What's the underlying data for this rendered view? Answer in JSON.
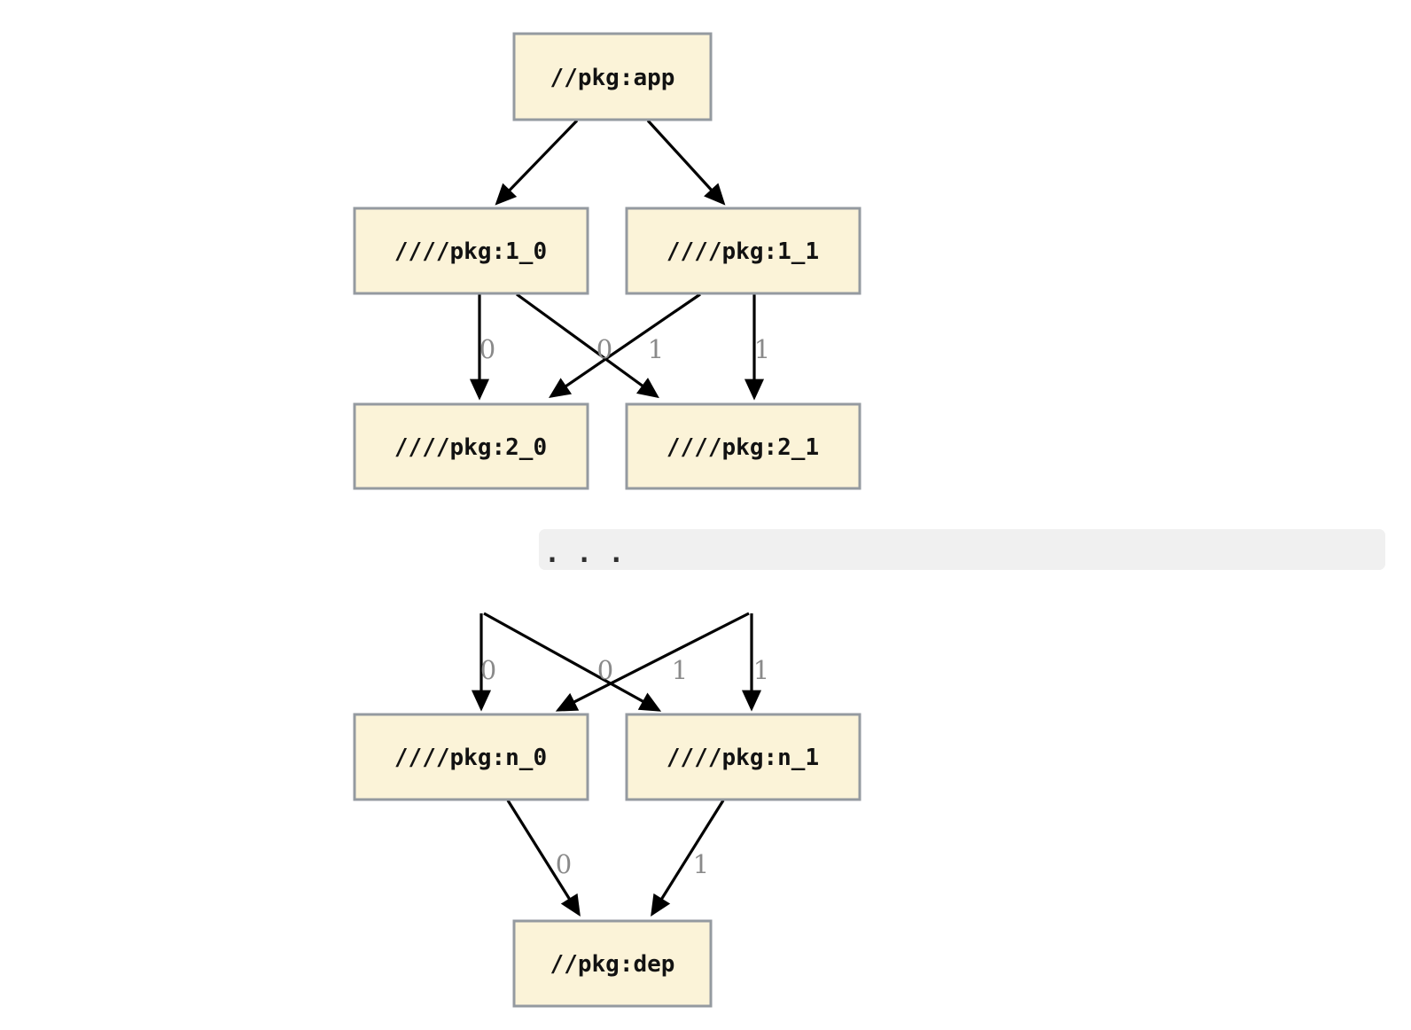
{
  "diagram": {
    "type": "dependency-graph",
    "nodes": {
      "app": {
        "label": "//pkg:app"
      },
      "pkg1_0": {
        "label": "////pkg:1_0"
      },
      "pkg1_1": {
        "label": "////pkg:1_1"
      },
      "pkg2_0": {
        "label": "////pkg:2_0"
      },
      "pkg2_1": {
        "label": "////pkg:2_1"
      },
      "ellipsis": {
        "label": ". . ."
      },
      "pkgn_0": {
        "label": "////pkg:n_0"
      },
      "pkgn_1": {
        "label": "////pkg:n_1"
      },
      "dep": {
        "label": "//pkg:dep"
      }
    },
    "edges": [
      {
        "from": "//pkg:app",
        "to": "////pkg:1_0",
        "label": ""
      },
      {
        "from": "//pkg:app",
        "to": "////pkg:1_1",
        "label": ""
      },
      {
        "from": "////pkg:1_0",
        "to": "////pkg:2_0",
        "label": "0"
      },
      {
        "from": "////pkg:1_1",
        "to": "////pkg:2_0",
        "label": "0"
      },
      {
        "from": "////pkg:1_0",
        "to": "////pkg:2_1",
        "label": "1"
      },
      {
        "from": "////pkg:1_1",
        "to": "////pkg:2_1",
        "label": "1"
      },
      {
        "from": ". . .",
        "to": "////pkg:n_0",
        "label": "0"
      },
      {
        "from": ". . .",
        "to": "////pkg:n_0",
        "label": "0"
      },
      {
        "from": ". . .",
        "to": "////pkg:n_1",
        "label": "1"
      },
      {
        "from": ". . .",
        "to": "////pkg:n_1",
        "label": "1"
      },
      {
        "from": "////pkg:n_0",
        "to": "//pkg:dep",
        "label": "0"
      },
      {
        "from": "////pkg:n_1",
        "to": "//pkg:dep",
        "label": "1"
      }
    ],
    "colors": {
      "node_fill": "#fbf3d8",
      "node_border": "#949aa0",
      "node_text": "#121212",
      "edge": "#000000",
      "edge_label": "#8a8a8a",
      "ellipsis_background": "#f0f0f0",
      "ellipsis_text": "#2e2e2e",
      "page_background": "#ffffff"
    }
  }
}
